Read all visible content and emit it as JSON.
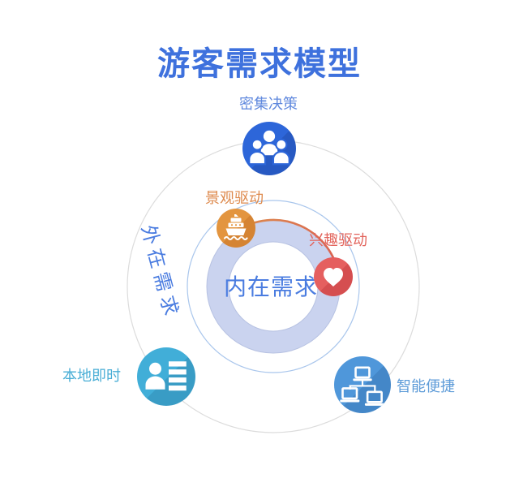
{
  "title": "游客需求模型",
  "center_label": "内在需求",
  "outer_label": "外在需求",
  "nodes": [
    {
      "id": "dense-decision",
      "label": "密集决策",
      "icon": "people-group-icon",
      "color": "#2d66d9",
      "label_color": "#6089de"
    },
    {
      "id": "scenery-driven",
      "label": "景观驱动",
      "icon": "cruise-ship-icon",
      "color": "#e3953f",
      "label_color": "#de8a4d"
    },
    {
      "id": "interest-driven",
      "label": "兴趣驱动",
      "icon": "heart-icon",
      "color": "#e55f5f",
      "label_color": "#e2635b"
    },
    {
      "id": "local-instant",
      "label": "本地即时",
      "icon": "contact-list-icon",
      "color": "#41aed8",
      "label_color": "#4aaed6"
    },
    {
      "id": "smart-convenient",
      "label": "智能便捷",
      "icon": "network-icon",
      "color": "#4f97da",
      "label_color": "#5d9bd8"
    }
  ],
  "rings": {
    "outer_circle_color": "#dcdcdc",
    "middle_circle_color": "#a9c6ec",
    "donut_fill": "#cad3ef",
    "donut_edge": "#b7c2e2",
    "arc_gradient_start": "#dd8a4d",
    "arc_gradient_end": "#d95f52"
  },
  "title_color": "#3e71dd",
  "inner_text_color": "#4a7ce0"
}
